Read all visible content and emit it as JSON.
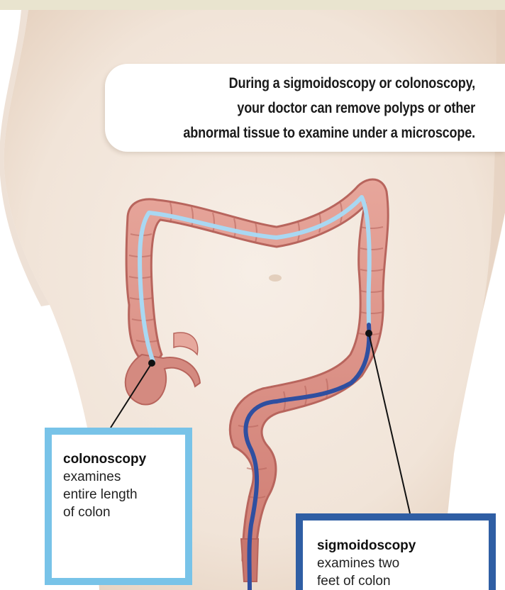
{
  "caption": {
    "lines": [
      "During a sigmoidoscopy or colonoscopy,",
      "your doctor can remove polyps or other",
      "abnormal tissue to examine under a microscope."
    ]
  },
  "labels": {
    "colonoscopy": {
      "title": "colonoscopy",
      "description": "examines\nentire length\nof colon"
    },
    "sigmoidoscopy": {
      "title": "sigmoidoscopy",
      "description": "examines two\nfeet of colon"
    }
  },
  "colors": {
    "skin": "#f4e9df",
    "skin_shadow": "#e7d6c6",
    "colon": "#d88e84",
    "colon_dark": "#b8655d",
    "colonoscope_path": "#a9d8f2",
    "sigmoidoscope_path": "#2f4fa0",
    "colonoscopy_box": "#78c3e8",
    "sigmoidoscopy_box": "#2f5ea4",
    "top_band": "#e9e4cf"
  }
}
